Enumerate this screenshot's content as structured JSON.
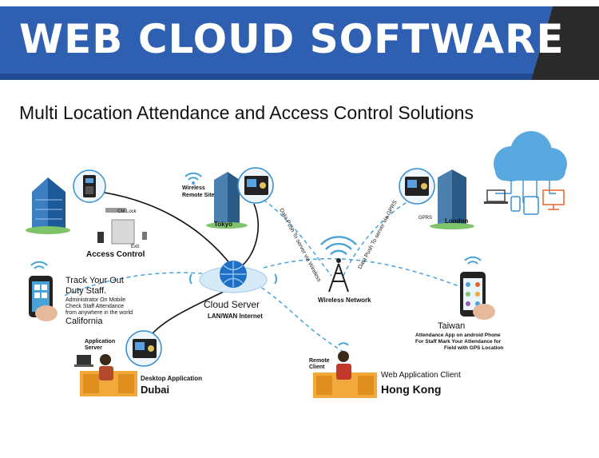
{
  "header": {
    "title": "WEB CLOUD SOFTWARE",
    "subtitle": "Multi Location Attendance and Access Control Solutions"
  },
  "colors": {
    "banner_blue": "#2f5fb0",
    "banner_dark": "#2a2a2a",
    "link_blue": "#4aa3d8",
    "desk_orange": "#f0a93a",
    "cloud_blue": "#5aa8e0"
  },
  "nodes": {
    "access_control": {
      "label": "Access Control",
      "cm_lock": "CM Lock",
      "exit": "Exit"
    },
    "tokyo": {
      "label": "Tokyo",
      "site": "Wireless\nRemote Site"
    },
    "london": {
      "label": "London",
      "gprs": "GPRS"
    },
    "cloud_server": {
      "title": "Cloud Server",
      "sub": "LAN/WAN Internet"
    },
    "wireless_network": {
      "label": "Wireless Network"
    },
    "push_wireless": "Data Push To server via Wireless",
    "push_gprs": "Data Push To server via GPRS",
    "california": {
      "line1": "Track Your Out",
      "line2": "Duty Staff.",
      "line3": "Administrator On Mobile",
      "line4": "Check Staff Attendance",
      "line5": "from anywhere in the world",
      "line6": "California"
    },
    "dubai": {
      "server": "Application\nServer",
      "app": "Desktop Application",
      "city": "Dubai"
    },
    "hong_kong": {
      "client": "Remote\nClient",
      "app": "Web Application Client",
      "city": "Hong Kong"
    },
    "taiwan": {
      "city": "Taiwan",
      "line1": "Attendance App on android Phone",
      "line2": "For Staff Mark Your Attendance for",
      "line3": "Field with GPS Location"
    }
  }
}
